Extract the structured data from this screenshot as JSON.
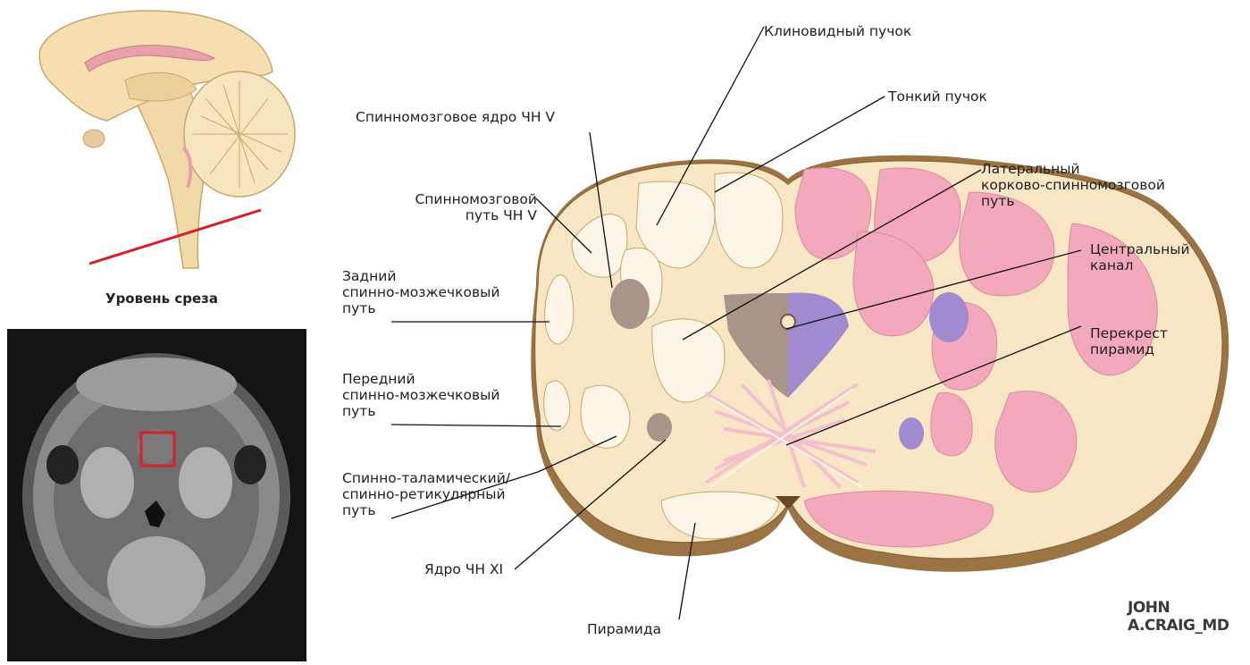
{
  "caption": "Уровень среза",
  "signature": "JOHN A.CRAIG_MD",
  "labels": {
    "cuneate": "Клиновидный пучок",
    "gracile": "Тонкий пучок",
    "spinal_nucleus_v": "Спинномозговое ядро ЧН V",
    "spinal_tract_v": "Спинномозговой\nпуть ЧН V",
    "lateral_cst": "Латеральный\nкорково-спинномозговой\nпуть",
    "central_canal": "Центральный\nканал",
    "post_spinocerebellar": "Задний\nспинно-мозжечковый\nпуть",
    "decussation": "Перекрест\nпирамид",
    "ant_spinocerebellar": "Передний\nспинно-мозжечковый\nпуть",
    "spinothalamic": "Спинно-таламический/\nспинно-ретикулярный\nпуть",
    "nucleus_xi": "Ядро ЧН XI",
    "pyramid": "Пирамида"
  },
  "colors": {
    "tissue": "#f8e6c4",
    "tract": "#fdf6e8",
    "pink": "#f3a9bb",
    "purple": "#a08bd1",
    "gray_nucleus": "#a89488",
    "edge": "#8a6a3c",
    "highlight": "#d6202a"
  }
}
